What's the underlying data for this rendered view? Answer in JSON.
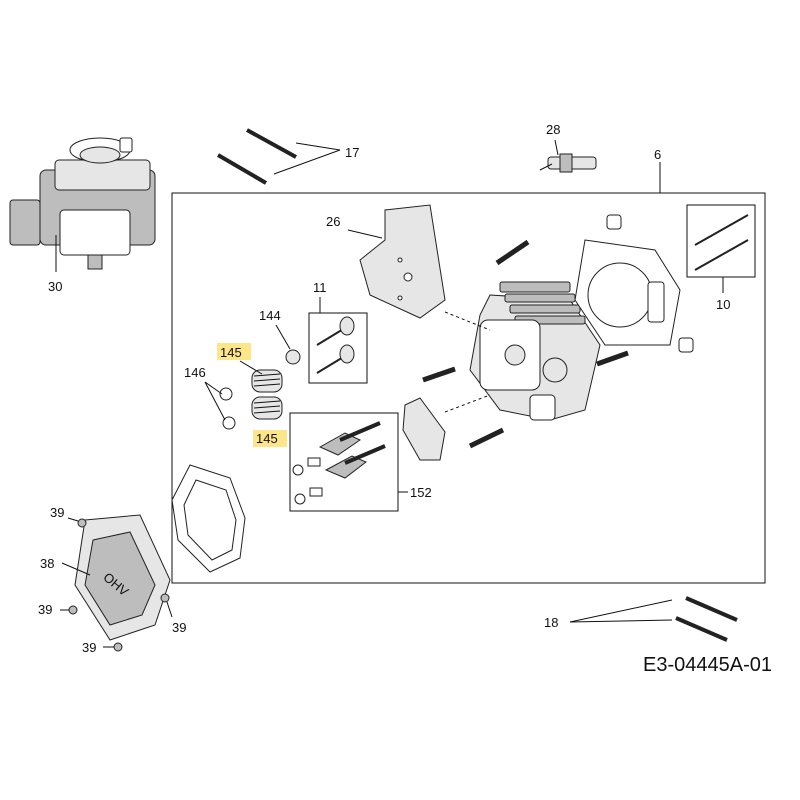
{
  "diagram_code": "E3-04445A-01",
  "colors": {
    "highlight": "#fde68a",
    "line": "#111111"
  },
  "callouts": {
    "c6": "6",
    "c10": "10",
    "c11": "11",
    "c17": "17",
    "c18": "18",
    "c26": "26",
    "c28": "28",
    "c30": "30",
    "c38": "38",
    "c39a": "39",
    "c39b": "39",
    "c39c": "39",
    "c39d": "39",
    "c144": "144",
    "c145a": "145",
    "c145b": "145",
    "c146": "146",
    "c152": "152"
  },
  "cover_text": "OHV"
}
